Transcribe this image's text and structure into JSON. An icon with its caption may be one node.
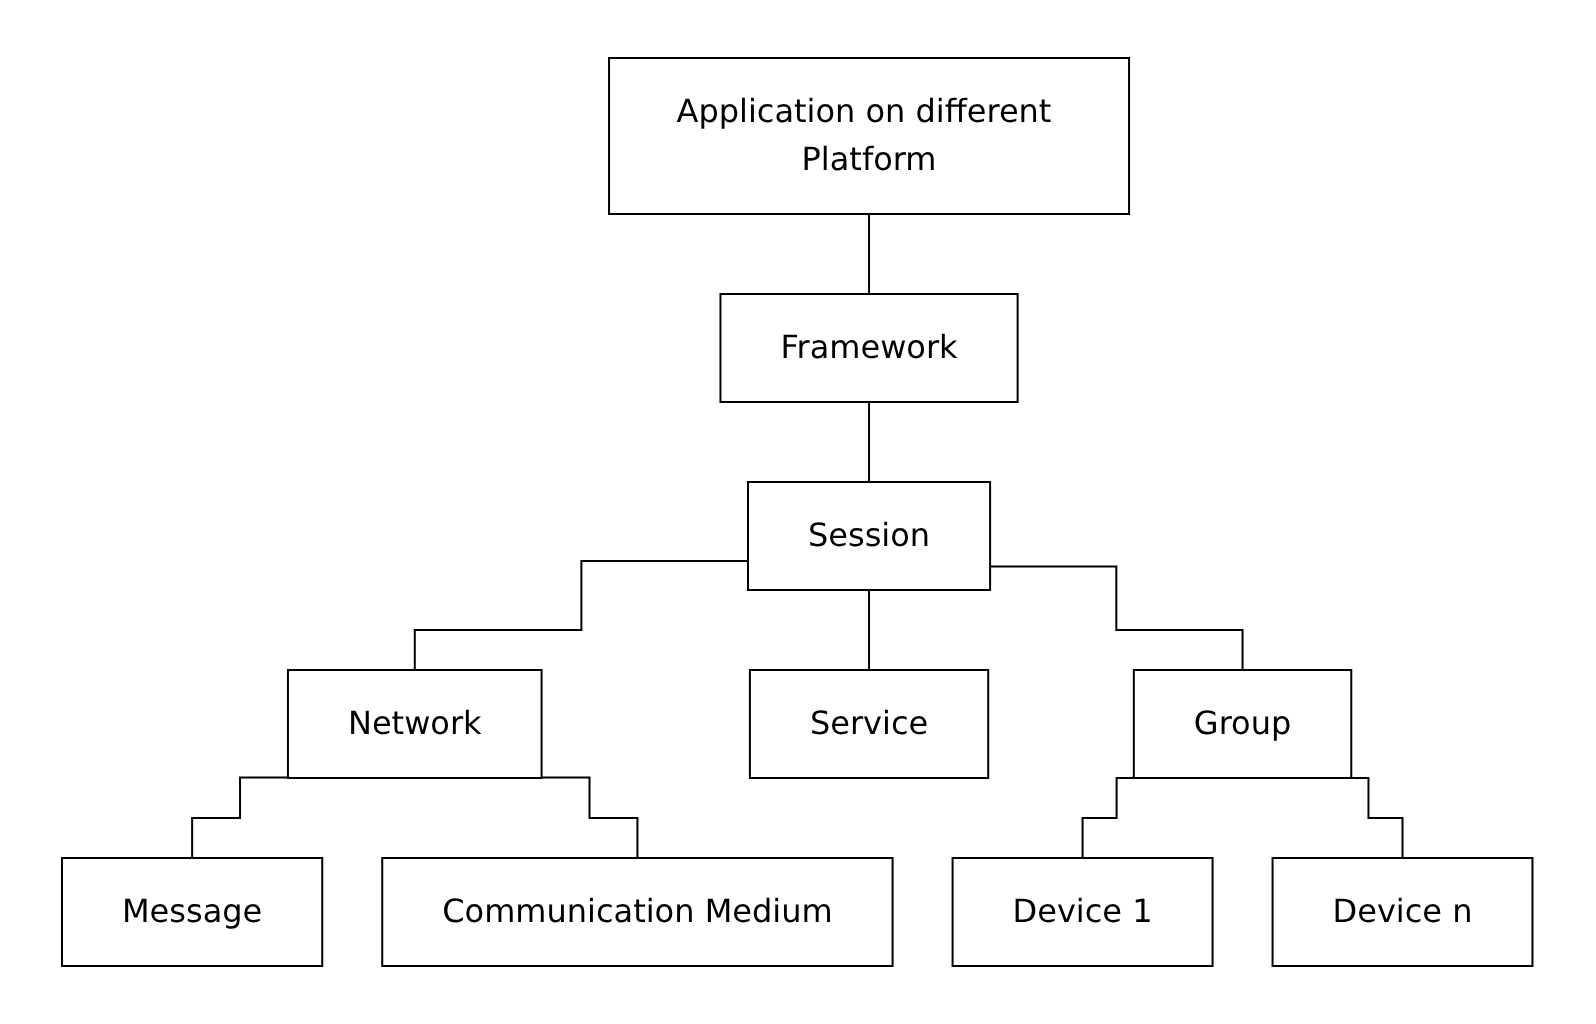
{
  "diagram": {
    "nodes": [
      {
        "text": [
          "Application on different Platform"
        ]
      },
      {
        "text": [
          "Framework"
        ]
      },
      {
        "text": [
          "Session"
        ]
      },
      {
        "text": [
          "Network"
        ]
      },
      {
        "text": [
          "Service"
        ]
      },
      {
        "text": [
          "Group"
        ]
      },
      {
        "text": [
          "Message"
        ]
      },
      {
        "text": [
          "Communication Medium"
        ]
      },
      {
        "text": [
          "Device 1"
        ]
      },
      {
        "text": [
          "Device n"
        ]
      }
    ],
    "edges": [
      {
        "from": 0,
        "to": 1,
        "arrow": "none"
      },
      {
        "from": 1,
        "to": 2,
        "arrow": "none"
      },
      {
        "from": 2,
        "to": 3,
        "arrow": "none"
      },
      {
        "from": 2,
        "to": 4,
        "arrow": "none"
      },
      {
        "from": 2,
        "to": 5,
        "arrow": "none"
      },
      {
        "from": 3,
        "to": 6,
        "arrow": "none"
      },
      {
        "from": 3,
        "to": 7,
        "arrow": "none"
      },
      {
        "from": 5,
        "to": 8,
        "arrow": "none"
      },
      {
        "from": 5,
        "to": 9,
        "arrow": "none"
      }
    ]
  }
}
